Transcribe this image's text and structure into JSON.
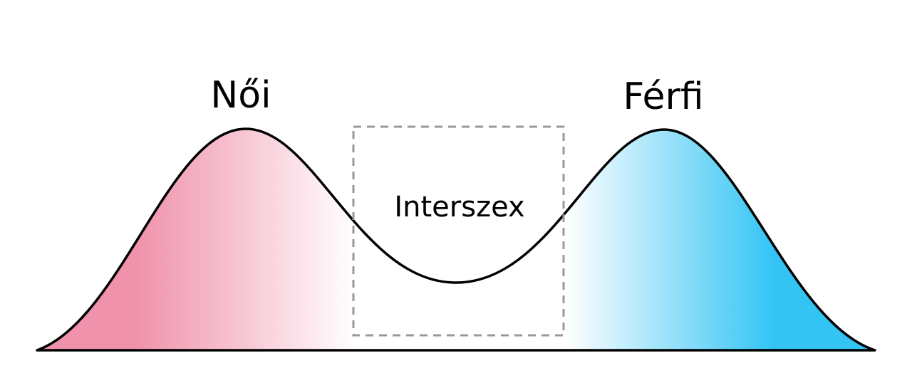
{
  "diagram": {
    "labels": {
      "left_peak": "Női",
      "right_peak": "Férfi",
      "center_box": "Interszex"
    },
    "colors": {
      "left_fill": "#f092ab",
      "right_fill": "#33c4f4",
      "white": "#ffffff",
      "outline": "#000000",
      "box_border": "#999999",
      "text": "#000000"
    }
  }
}
